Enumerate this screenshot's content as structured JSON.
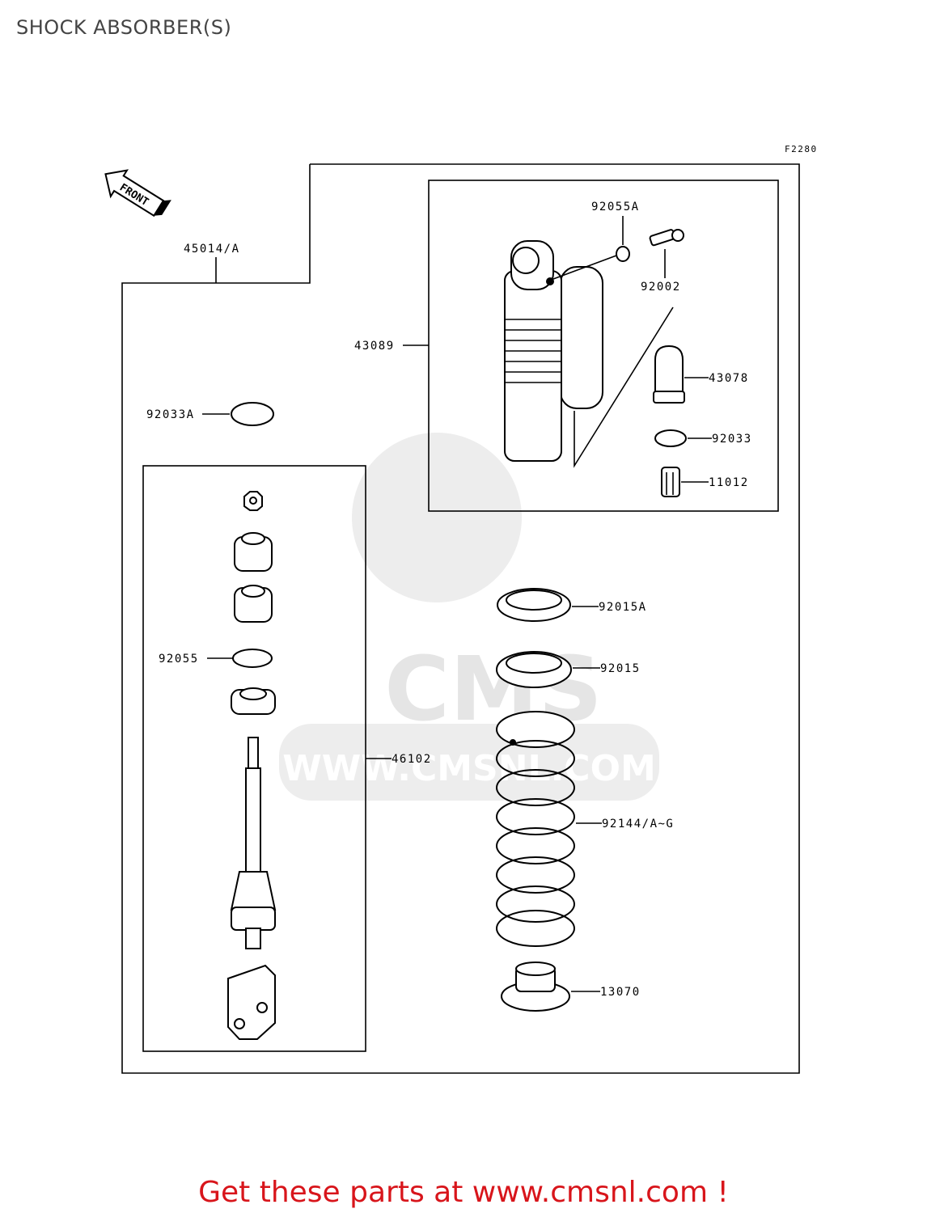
{
  "title": "SHOCK ABSORBER(S)",
  "figure_code": "F2280",
  "front_arrow": "FRONT",
  "watermark": {
    "logo": "CMS",
    "url": "WWW.CMSNL.COM"
  },
  "parts": {
    "p45014": "45014/A",
    "p43089": "43089",
    "p92055A": "92055A",
    "p92002": "92002",
    "p43078": "43078",
    "p92033": "92033",
    "p11012": "11012",
    "p92033A": "92033A",
    "p92015A": "92015A",
    "p92015": "92015",
    "p92055": "92055",
    "p46102": "46102",
    "p92144": "92144/A~G",
    "p13070": "13070"
  },
  "footer": "Get these parts at www.cmsnl.com !",
  "colors": {
    "footer": "#d8151b",
    "title": "#444444",
    "watermark": "#dadada"
  }
}
